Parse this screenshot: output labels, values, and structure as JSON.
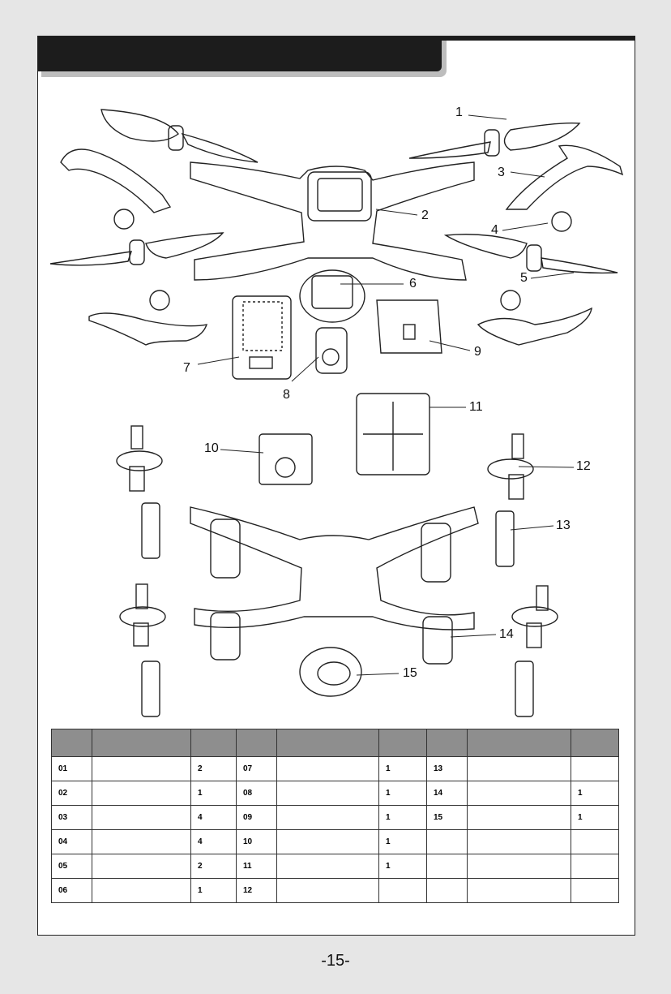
{
  "callouts": [
    "1",
    "2",
    "3",
    "4",
    "5",
    "6",
    "7",
    "8",
    "9",
    "10",
    "11",
    "12",
    "13",
    "14",
    "15"
  ],
  "table": {
    "rows": [
      [
        "01",
        "",
        "2",
        "07",
        "",
        "1",
        "13",
        "",
        ""
      ],
      [
        "02",
        "",
        "1",
        "08",
        "",
        "1",
        "14",
        "",
        "1"
      ],
      [
        "03",
        "",
        "4",
        "09",
        "",
        "1",
        "15",
        "",
        "1"
      ],
      [
        "04",
        "",
        "4",
        "10",
        "",
        "1",
        "",
        "",
        ""
      ],
      [
        "05",
        "",
        "2",
        "11",
        "",
        "1",
        "",
        "",
        ""
      ],
      [
        "06",
        "",
        "1",
        "12",
        "",
        "",
        "",
        "",
        ""
      ]
    ]
  },
  "page_number": "-15-"
}
